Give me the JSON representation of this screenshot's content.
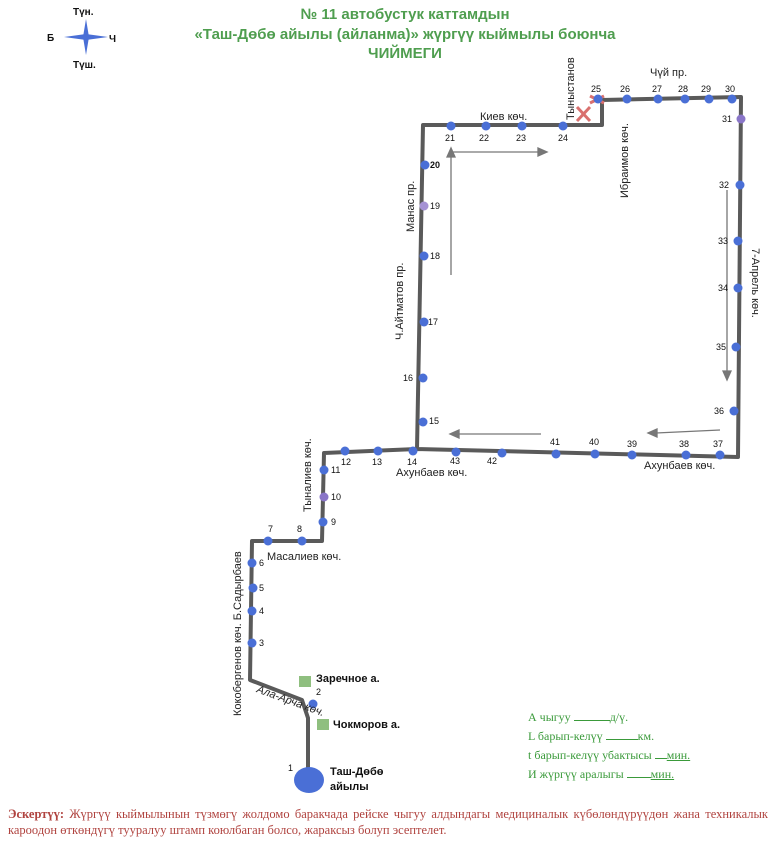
{
  "title": {
    "line1": "№ 11 автобустук каттамдын",
    "line2": "«Таш-Дөбө айылы (айланма)» жүргүү кыймылы боюнча",
    "line3": "ЧИЙМЕГИ"
  },
  "compass": {
    "north": "Түн.",
    "south": "Түш.",
    "west": "Б",
    "east": "Ч"
  },
  "streets": {
    "kiev": "Киев көч.",
    "chuy": "Чүй пр.",
    "tynystanov": "Тыныстанов",
    "ibraimov": "Ибраимов көч.",
    "april7": "7-Апрель көч.",
    "manas": "Манас пр.",
    "aitmatov": "Ч.Айтматов пр.",
    "akhunbaev_1": "Ахунбаев көч.",
    "akhunbaev_2": "Ахунбаев көч.",
    "tynaliev": "Тыналиев көч.",
    "masaliev": "Масалиев көч.",
    "kokobergenov": "Кокобергенов көч. Б.Садырбаев",
    "ala_archa": "Ала-Арча көч."
  },
  "places": {
    "zarechnoe": "Заречное а.",
    "chokmorov": "Чокморов а.",
    "tash_dobo_1": "Таш-Дөбө",
    "tash_dobo_2": "айылы"
  },
  "stops": [
    "1",
    "2",
    "3",
    "4",
    "5",
    "6",
    "7",
    "8",
    "9",
    "10",
    "11",
    "12",
    "13",
    "14",
    "15",
    "16",
    "17",
    "18",
    "19",
    "20",
    "21",
    "22",
    "23",
    "24",
    "25",
    "26",
    "27",
    "28",
    "29",
    "30",
    "31",
    "32",
    "33",
    "34",
    "35",
    "36",
    "37",
    "38",
    "39",
    "40",
    "41",
    "42",
    "43"
  ],
  "legend": {
    "exit": "А чыгуу",
    "exit_unit": "д/ү.",
    "length": "L барып-келүү",
    "length_unit": "км.",
    "time": "t барып-келүү убактысы",
    "time_unit": "мин.",
    "interval": "И жүргүү аралыгы",
    "interval_unit": "мин."
  },
  "note": {
    "label": "Эскертүү:",
    "text": " Жүргүү кыймылынын түзмөгү жолдомо баракчада рейске чыгуу алдындагы медициналык күбөлөндүрүүдөн жана техникалык кароодон өткөндүгү тууралуу штамп коюлбаган болсо, жараксыз болуп эсептелет."
  },
  "colors": {
    "route": "#5a5a5a",
    "stop": "#4a6fd6",
    "title": "#4f9e4f",
    "note": "#b0433f",
    "cross": "#d9706e"
  }
}
